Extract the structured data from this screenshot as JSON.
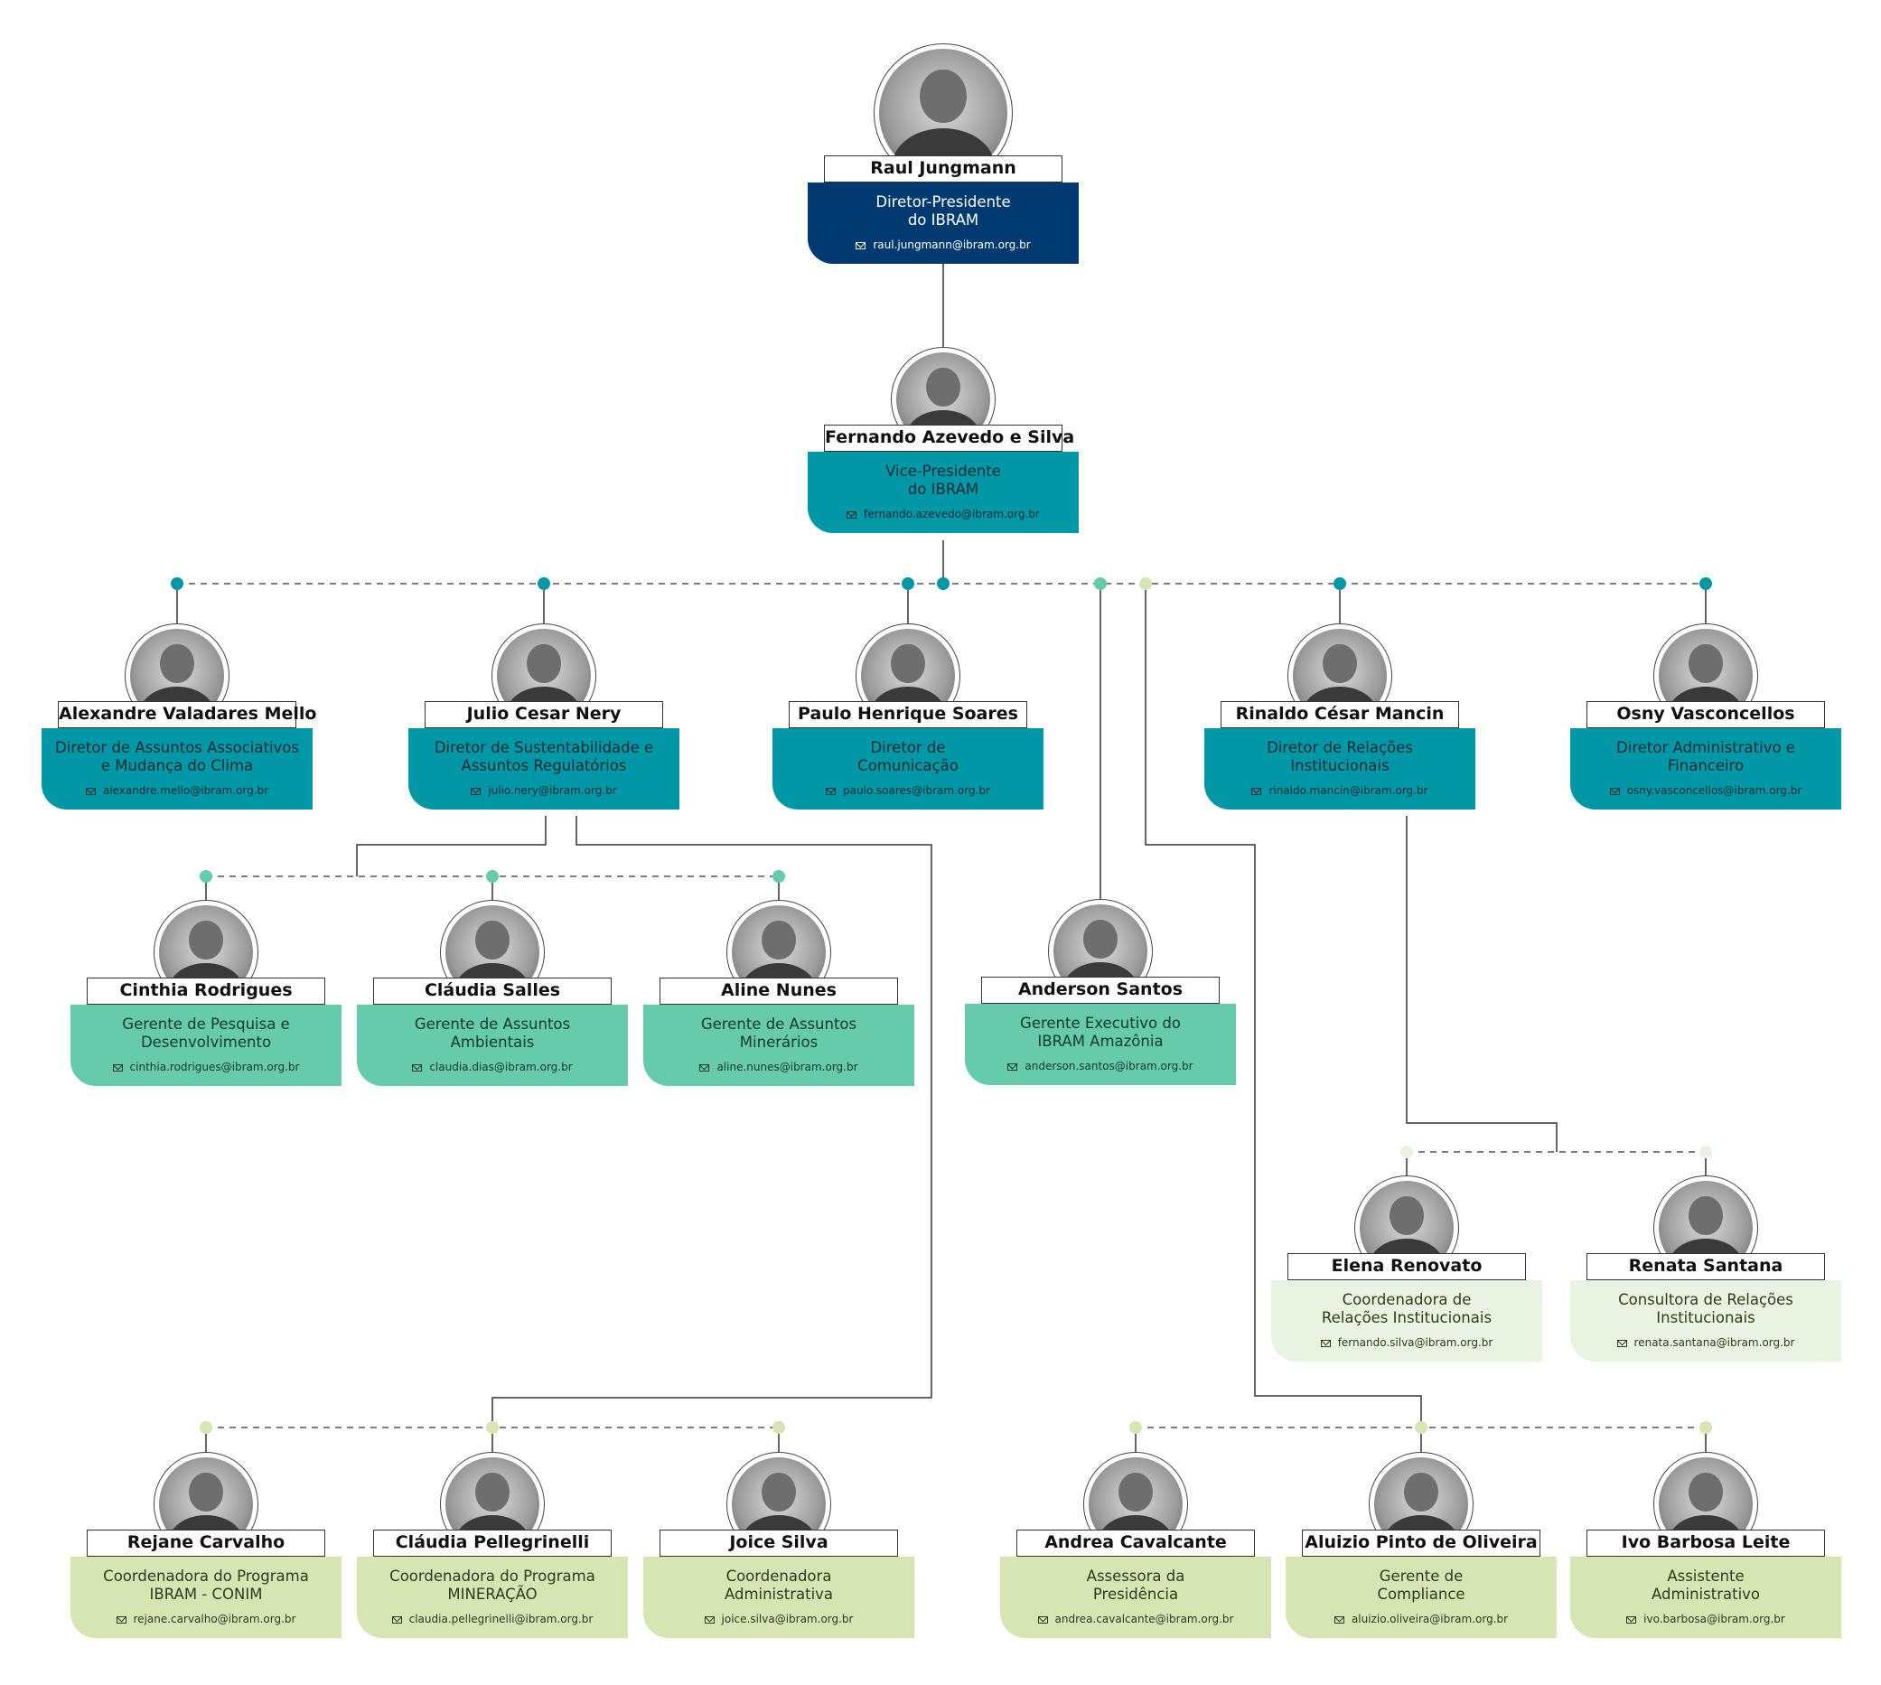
{
  "colors": {
    "dark_blue": "#003a70",
    "teal": "#0097a7",
    "mint": "#66cbaa",
    "light_green": "#d5e6b2",
    "pale_green": "#e9f3e1"
  },
  "people": [
    {
      "id": "raul",
      "name": "Raul Jungmann",
      "role": "Diretor-Presidente\ndo IBRAM",
      "email": "raul.jungmann@ibram.org.br",
      "color": "dark_blue"
    },
    {
      "id": "fernando",
      "name": "Fernando Azevedo e Silva",
      "role": "Vice-Presidente\ndo IBRAM",
      "email": "fernando.azevedo@ibram.org.br",
      "color": "teal"
    },
    {
      "id": "alexandre",
      "name": "Alexandre Valadares Mello",
      "role": "Diretor de Assuntos Associativos\ne Mudança do Clima",
      "email": "alexandre.mello@ibram.org.br",
      "color": "teal"
    },
    {
      "id": "julio",
      "name": "Julio Cesar Nery",
      "role": "Diretor de Sustentabilidade e\nAssuntos Regulatórios",
      "email": "julio.nery@ibram.org.br",
      "color": "teal"
    },
    {
      "id": "paulo",
      "name": "Paulo Henrique Soares",
      "role": "Diretor de\nComunicação",
      "email": "paulo.soares@ibram.org.br",
      "color": "teal"
    },
    {
      "id": "rinaldo",
      "name": "Rinaldo César Mancin",
      "role": "Diretor de Relações\nInstitucionais",
      "email": "rinaldo.mancin@ibram.org.br",
      "color": "teal"
    },
    {
      "id": "osny",
      "name": "Osny Vasconcellos",
      "role": "Diretor Administrativo e\nFinanceiro",
      "email": "osny.vasconcellos@ibram.org.br",
      "color": "teal"
    },
    {
      "id": "cinthia",
      "name": "Cinthia Rodrigues",
      "role": "Gerente de Pesquisa e\nDesenvolvimento",
      "email": "cinthia.rodrigues@ibram.org.br",
      "color": "mint"
    },
    {
      "id": "claudia_s",
      "name": "Cláudia Salles",
      "role": "Gerente de Assuntos\nAmbientais",
      "email": "claudia.dias@ibram.org.br",
      "color": "mint"
    },
    {
      "id": "aline",
      "name": "Aline Nunes",
      "role": "Gerente de Assuntos\nMinerários",
      "email": "aline.nunes@ibram.org.br",
      "color": "mint"
    },
    {
      "id": "anderson",
      "name": "Anderson Santos",
      "role": "Gerente Executivo do\nIBRAM Amazônia",
      "email": "anderson.santos@ibram.org.br",
      "color": "mint"
    },
    {
      "id": "elena",
      "name": "Elena Renovato",
      "role": "Coordenadora de\nRelações Institucionais",
      "email": "fernando.silva@ibram.org.br",
      "color": "pale_green"
    },
    {
      "id": "renata",
      "name": "Renata Santana",
      "role": "Consultora de Relações\nInstitucionais",
      "email": "renata.santana@ibram.org.br",
      "color": "pale_green"
    },
    {
      "id": "rejane",
      "name": "Rejane Carvalho",
      "role": "Coordenadora do Programa\nIBRAM - CONIM",
      "email": "rejane.carvalho@ibram.org.br",
      "color": "light_green"
    },
    {
      "id": "claudia_p",
      "name": "Cláudia Pellegrinelli",
      "role": "Coordenadora do Programa\nMINERAÇÃO",
      "email": "claudia.pellegrinelli@ibram.org.br",
      "color": "light_green"
    },
    {
      "id": "joice",
      "name": "Joice Silva",
      "role": "Coordenadora\nAdministrativa",
      "email": "joice.silva@ibram.org.br",
      "color": "light_green"
    },
    {
      "id": "andrea",
      "name": "Andrea Cavalcante",
      "role": "Assessora da\nPresidência",
      "email": "andrea.cavalcante@ibram.org.br",
      "color": "light_green"
    },
    {
      "id": "aluizio",
      "name": "Aluizio Pinto de Oliveira",
      "role": "Gerente de\nCompliance",
      "email": "aluizio.oliveira@ibram.org.br",
      "color": "light_green"
    },
    {
      "id": "ivo",
      "name": "Ivo Barbosa Leite",
      "role": "Assistente\nAdministrativo",
      "email": "ivo.barbosa@ibram.org.br",
      "color": "light_green"
    }
  ]
}
